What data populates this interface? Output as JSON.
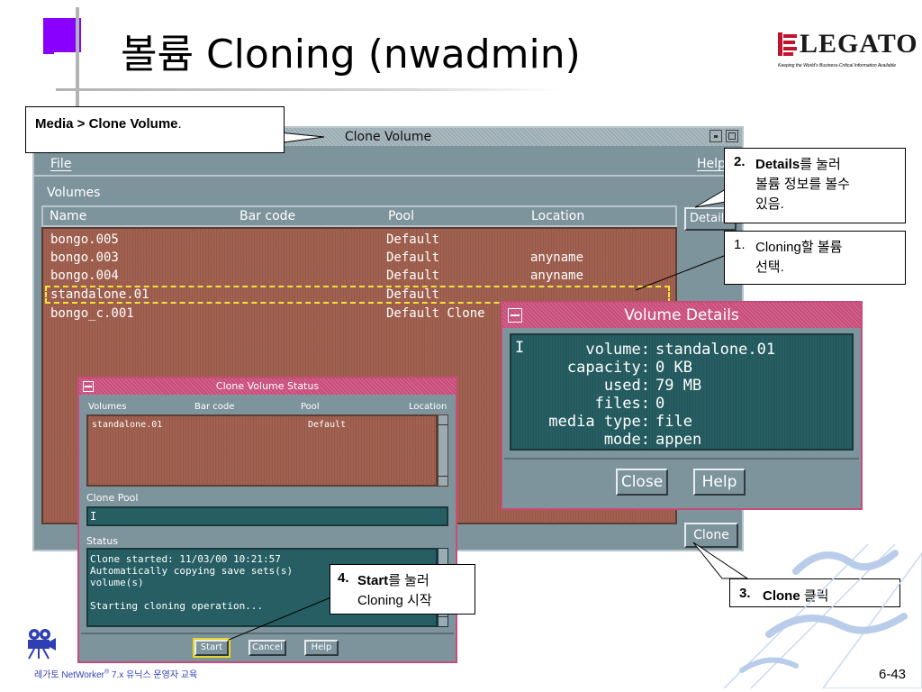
{
  "slide": {
    "title": "볼륨 Cloning (nwadmin)",
    "page_number": "6-43",
    "footer_prefix": "레가토 NetWorker",
    "footer_reg": "®",
    "footer_suffix": " 7.x 유닉스 운영자 교육",
    "logo_text": "LEGATO",
    "logo_tagline": "Keeping the World's Business-Critical Information Available"
  },
  "clone_volume": {
    "title": "Clone Volume",
    "menu_file": "File",
    "menu_help": "Help",
    "volumes_label": "Volumes",
    "columns": [
      "Name",
      "Bar code",
      "Pool",
      "Location"
    ],
    "rows": [
      {
        "name": "bongo.005",
        "barcode": "",
        "pool": "Default",
        "location": ""
      },
      {
        "name": "bongo.003",
        "barcode": "",
        "pool": "Default",
        "location": "anyname"
      },
      {
        "name": "bongo.004",
        "barcode": "",
        "pool": "Default",
        "location": "anyname"
      },
      {
        "name": "standalone.01",
        "barcode": "",
        "pool": "Default",
        "location": ""
      },
      {
        "name": "bongo_c.001",
        "barcode": "",
        "pool": "Default Clone",
        "location": ""
      }
    ],
    "details_button": "Details",
    "clone_button": "Clone"
  },
  "volume_details": {
    "title": "Volume Details",
    "cursor": "I",
    "lines": [
      {
        "label": "volume:",
        "value": "standalone.01"
      },
      {
        "label": "capacity:",
        "value": "0 KB"
      },
      {
        "label": "used:",
        "value": "79 MB"
      },
      {
        "label": "files:",
        "value": "0"
      },
      {
        "label": "media type:",
        "value": "file"
      },
      {
        "label": "mode:",
        "value": "appen"
      }
    ],
    "close_button": "Close",
    "help_button": "Help"
  },
  "clone_status": {
    "title": "Clone Volume Status",
    "columns": [
      "Volumes",
      "Bar code",
      "Pool",
      "Location"
    ],
    "row": {
      "volume": "standalone.01",
      "barcode": "",
      "pool": "Default",
      "location": ""
    },
    "clone_pool_label": "Clone Pool",
    "clone_pool_value": "I",
    "status_label": "Status",
    "status_lines": [
      "Clone started: 11/03/00 10:21:57",
      "Automatically copying save sets(s)",
      "volume(s)",
      "",
      "Starting cloning operation..."
    ],
    "start_button": "Start",
    "cancel_button": "Cancel",
    "help_button": "Help"
  },
  "callouts": {
    "media": {
      "bold": "Media > Clone Volume",
      "rest": "."
    },
    "details": {
      "num": "2.",
      "bold": "Details",
      "rest1": "를 눌러",
      "rest2": "볼륨 정보를 볼수",
      "rest3": "있음."
    },
    "cloning": {
      "num": "1.",
      "text1": "Cloning할 볼륨",
      "text2": "선택."
    },
    "clone": {
      "num": "3.",
      "bold": "Clone",
      "rest": " 클릭"
    },
    "start": {
      "num": "4.",
      "bold": "Start",
      "rest1": "를 눌러",
      "rest2": "Cloning 시작"
    }
  }
}
